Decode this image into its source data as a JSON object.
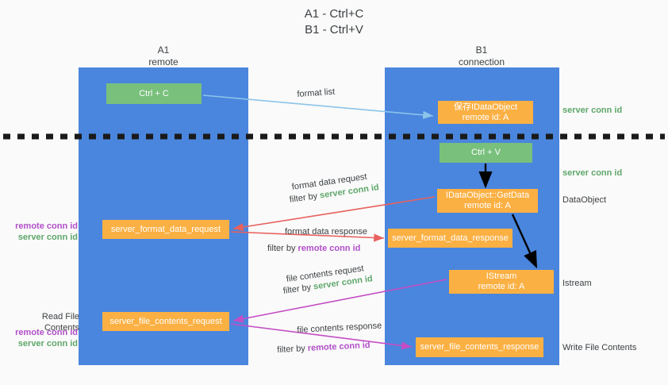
{
  "title": {
    "line1": "A1 - Ctrl+C",
    "line2": "B1 - Ctrl+V"
  },
  "columns": {
    "a1": {
      "name": "A1",
      "role": "remote"
    },
    "b1": {
      "name": "B1",
      "role": "connection"
    }
  },
  "boxes": {
    "ctrl_c": "Ctrl + C",
    "ctrl_v": "Ctrl + V",
    "data_object_set": "保存IDataObject",
    "data_object_set_sub": "remote id: A",
    "get_data": "IDataObject::GetData",
    "get_data_sub": "remote id: A",
    "istream": "IStream",
    "istream_sub": "remote id: A",
    "server_format_data_request": "server_format_data_request",
    "server_format_data_response": "server_format_data_response",
    "server_file_contents_request": "server_file_contents_request",
    "server_file_contents_response": "server_file_contents_response"
  },
  "right_labels": {
    "server_conn_id_top": "server conn id",
    "server_conn_id_mid": "server conn id",
    "data_object": "DataObject",
    "istream": "Istream",
    "write_file_contents": "Write File Contents"
  },
  "left_labels": {
    "remote_conn_id_1": "remote conn id",
    "server_conn_id_1": "server conn id",
    "read_file_contents": "Read File Contents",
    "remote_conn_id_2": "remote conn id",
    "server_conn_id_2": "server conn id"
  },
  "arrow_labels": {
    "format_list": "format list",
    "format_data_request": "format data request",
    "format_data_request_filter_prefix": "filter by ",
    "format_data_request_filter_value": "server conn id",
    "format_data_response": "format data response",
    "format_data_response_filter_prefix": "filter by ",
    "format_data_response_filter_value": "remote conn id",
    "file_contents_request": "file contents request",
    "file_contents_request_filter_prefix": "filter by ",
    "file_contents_request_filter_value": "server conn id",
    "file_contents_response": "file contents response",
    "file_contents_response_filter_prefix": "filter by ",
    "file_contents_response_filter_value": "remote conn id"
  },
  "colors": {
    "column_blue": "#4a86de",
    "box_orange": "#fbb043",
    "box_green": "#78c07c",
    "server_conn_green": "#5fa76a",
    "remote_conn_magenta": "#b14fc8",
    "arrow_red": "#e8615e",
    "arrow_blue": "#8cc4ea",
    "arrow_magenta": "#c44ec4",
    "arrow_black": "#000000",
    "divider_dashed": "#1a1a1a"
  }
}
